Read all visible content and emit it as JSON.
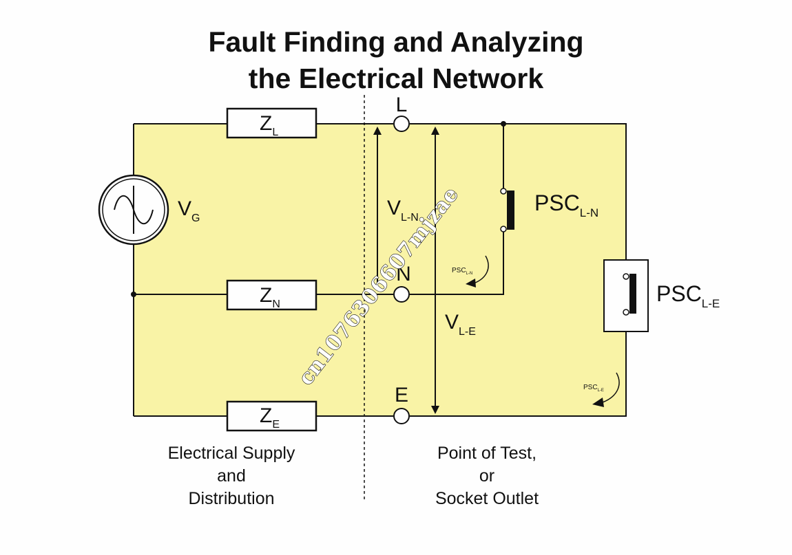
{
  "title": {
    "line1": "Fault Finding and Analyzing",
    "line2": "the Electrical Network"
  },
  "colors": {
    "panel": "#f9f3a6",
    "wire": "#111111",
    "background": "#fefefe"
  },
  "diagram": {
    "source": {
      "main": "V",
      "sub": "G"
    },
    "impedances": {
      "line": {
        "main": "Z",
        "sub": "L"
      },
      "neutral": {
        "main": "Z",
        "sub": "N"
      },
      "earth": {
        "main": "Z",
        "sub": "E"
      }
    },
    "terminals": {
      "line": "L",
      "neutral": "N",
      "earth": "E"
    },
    "voltages": {
      "line_neutral": {
        "main": "V",
        "sub": "L-N"
      },
      "line_earth": {
        "main": "V",
        "sub": "L-E"
      }
    },
    "psc_labels": {
      "line_neutral": {
        "main": "PSC",
        "sub": "L-N"
      },
      "line_earth": {
        "main": "PSC",
        "sub": "L-E"
      }
    },
    "loop_arrows": {
      "line_neutral": {
        "main": "PSC",
        "sub": "L-N"
      },
      "line_earth": {
        "main": "PSC",
        "sub": "L-E"
      }
    }
  },
  "captions": {
    "supply": [
      "Electrical Supply",
      "and",
      "Distribution"
    ],
    "test_point": [
      "Point of Test,",
      "or",
      "Socket Outlet"
    ]
  },
  "watermark": "cn1076306607mjzae"
}
